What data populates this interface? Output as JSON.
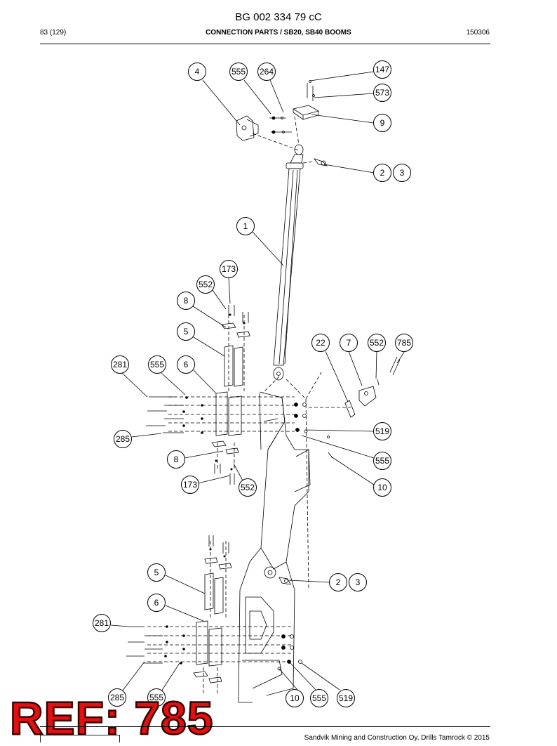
{
  "header": {
    "document_number": "BG 002 334 79 cC",
    "page": "83 (129)",
    "section_title": "CONNECTION PARTS / SB20, SB40 BOOMS",
    "date_code": "150306"
  },
  "footer": {
    "copyright": "Sandvik Mining and Construction Oy, Drills Tamrock © 2015"
  },
  "stamp": {
    "text": "REF: 785",
    "color": "#e31010"
  },
  "callouts": [
    {
      "id": "c4",
      "label": "4"
    },
    {
      "id": "c555a",
      "label": "555"
    },
    {
      "id": "c264",
      "label": "264"
    },
    {
      "id": "c147",
      "label": "147"
    },
    {
      "id": "c573",
      "label": "573"
    },
    {
      "id": "c9",
      "label": "9"
    },
    {
      "id": "c2a",
      "label": "2"
    },
    {
      "id": "c3a",
      "label": "3"
    },
    {
      "id": "c1",
      "label": "1"
    },
    {
      "id": "c173a",
      "label": "173"
    },
    {
      "id": "c552a",
      "label": "552"
    },
    {
      "id": "c8a",
      "label": "8"
    },
    {
      "id": "c5a",
      "label": "5"
    },
    {
      "id": "c281a",
      "label": "281"
    },
    {
      "id": "c555b",
      "label": "555"
    },
    {
      "id": "c6a",
      "label": "6"
    },
    {
      "id": "c22",
      "label": "22"
    },
    {
      "id": "c7",
      "label": "7"
    },
    {
      "id": "c552b",
      "label": "552"
    },
    {
      "id": "c785",
      "label": "785"
    },
    {
      "id": "c519a",
      "label": "519"
    },
    {
      "id": "c285a",
      "label": "285"
    },
    {
      "id": "c555c",
      "label": "555"
    },
    {
      "id": "c8b",
      "label": "8"
    },
    {
      "id": "c10a",
      "label": "10"
    },
    {
      "id": "c173b",
      "label": "173"
    },
    {
      "id": "c552c",
      "label": "552"
    },
    {
      "id": "c5b",
      "label": "5"
    },
    {
      "id": "c2b",
      "label": "2"
    },
    {
      "id": "c3b",
      "label": "3"
    },
    {
      "id": "c6b",
      "label": "6"
    },
    {
      "id": "c281b",
      "label": "281"
    },
    {
      "id": "c285b",
      "label": "285"
    },
    {
      "id": "c555d",
      "label": "555"
    },
    {
      "id": "c10b",
      "label": "10"
    },
    {
      "id": "c555e",
      "label": "555"
    },
    {
      "id": "c519b",
      "label": "519"
    }
  ]
}
